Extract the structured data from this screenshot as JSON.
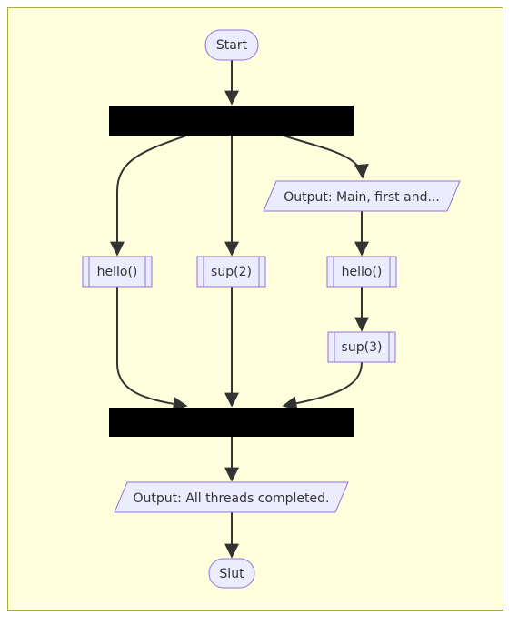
{
  "diagram": {
    "type": "flowchart",
    "colors": {
      "background": "#ffffdd",
      "border": "#aaaa33",
      "node_fill": "#ececff",
      "node_stroke": "#9370db",
      "edge": "#333333",
      "fork_bar": "#000000",
      "text": "#333333"
    },
    "nodes": {
      "start": "Start",
      "output_main": "Output: Main, first and...",
      "hello_left": "hello()",
      "sup2": "sup(2)",
      "hello_right": "hello()",
      "sup3": "sup(3)",
      "output_all": "Output: All threads completed.",
      "end": "Slut"
    },
    "edges": [
      [
        "start",
        "fork"
      ],
      [
        "fork",
        "hello_left"
      ],
      [
        "fork",
        "sup2"
      ],
      [
        "fork",
        "output_main"
      ],
      [
        "output_main",
        "hello_right"
      ],
      [
        "hello_right",
        "sup3"
      ],
      [
        "hello_left",
        "join"
      ],
      [
        "sup2",
        "join"
      ],
      [
        "sup3",
        "join"
      ],
      [
        "join",
        "output_all"
      ],
      [
        "output_all",
        "end"
      ]
    ]
  }
}
